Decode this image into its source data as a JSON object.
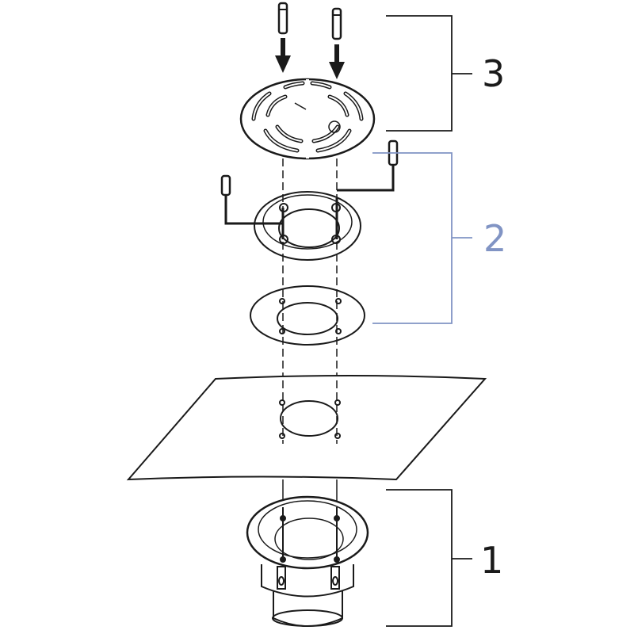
{
  "callouts": [
    {
      "label": "3",
      "color": "#1a1a1a"
    },
    {
      "label": "2",
      "color": "#8194c4"
    },
    {
      "label": "1",
      "color": "#1a1a1a"
    }
  ],
  "parts": [
    "grate-with-screws",
    "clamping-ring-with-screws",
    "gasket",
    "membrane",
    "drain-body"
  ]
}
